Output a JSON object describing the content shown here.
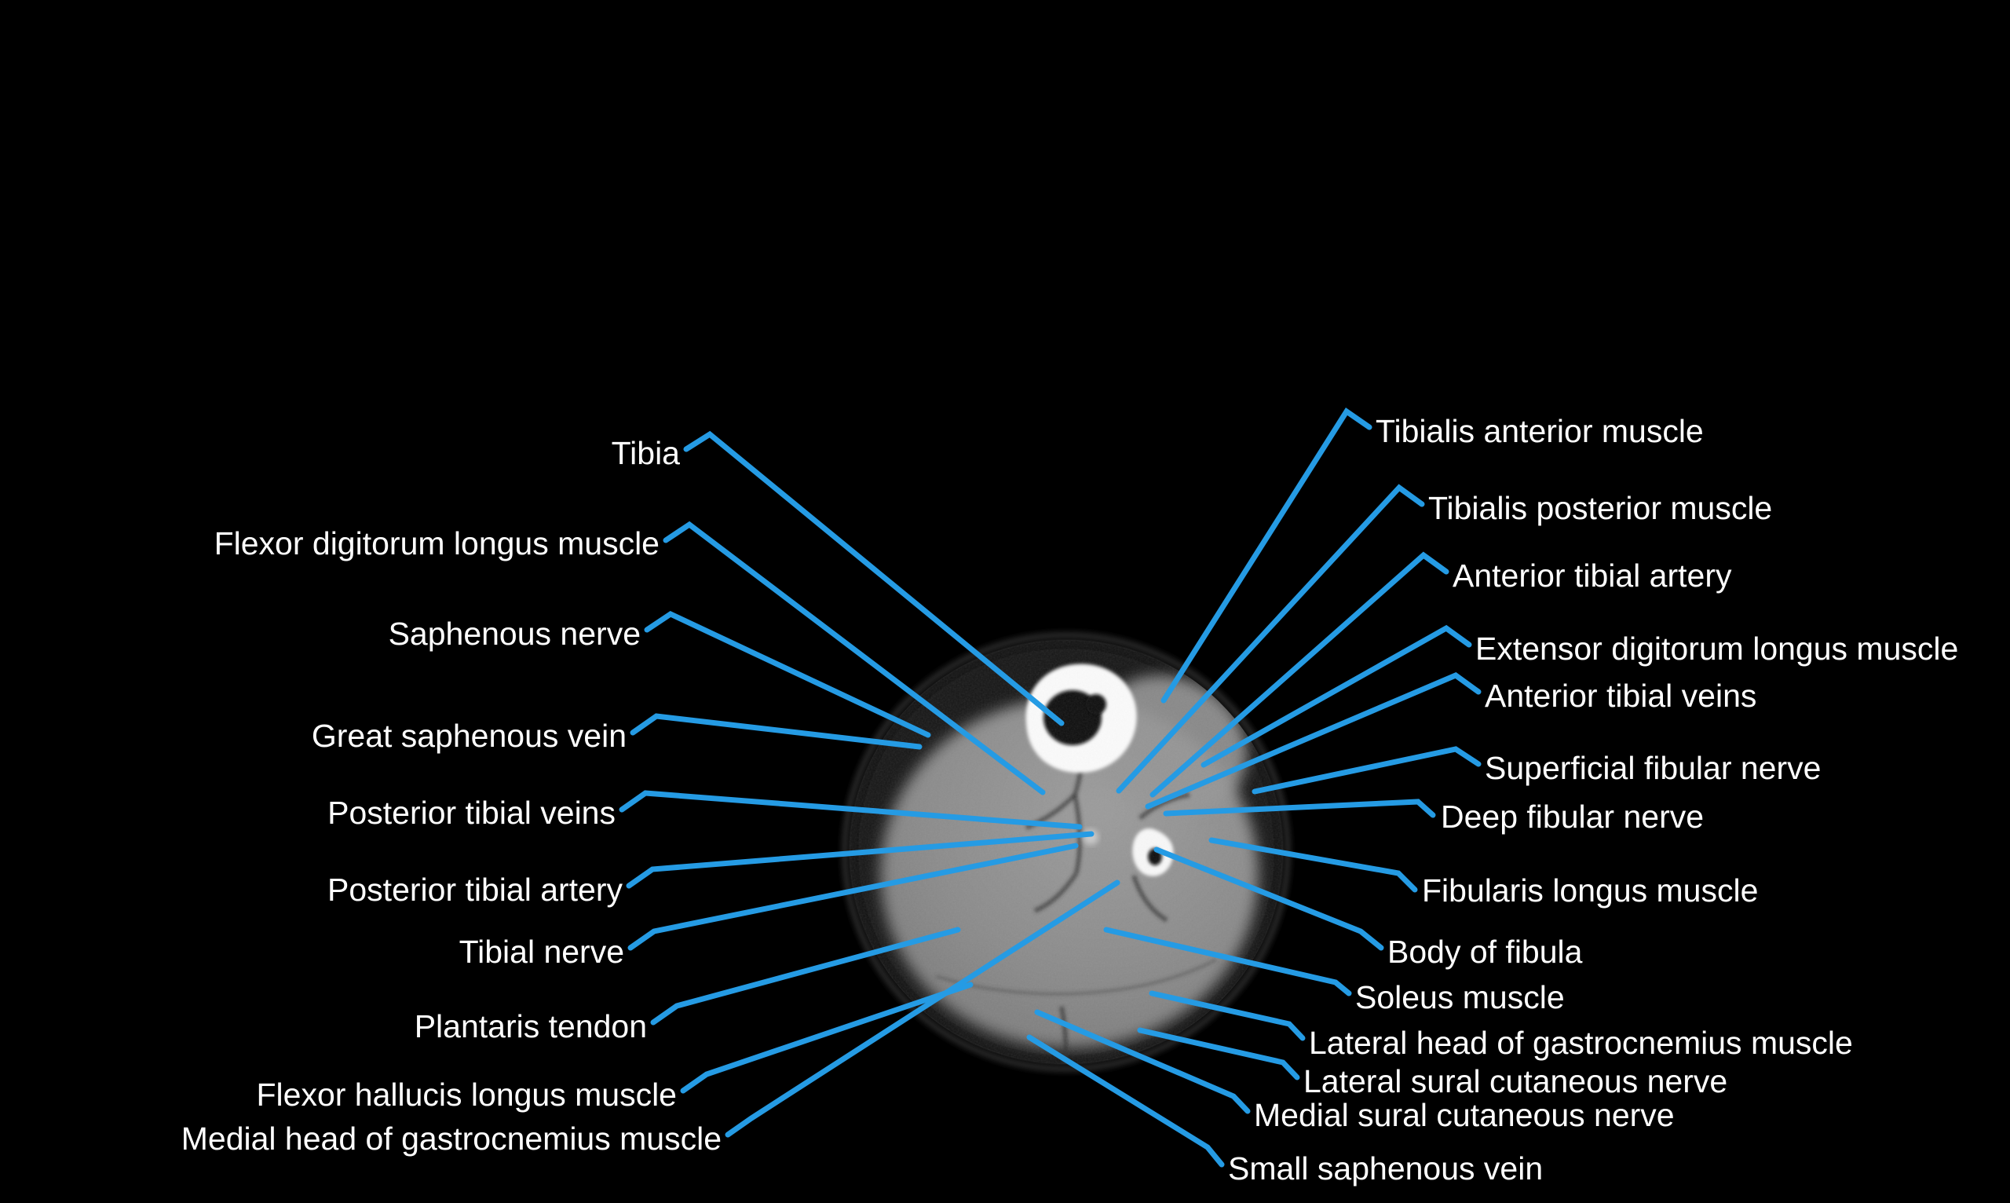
{
  "figure": {
    "description": "Axial CT cross-section of the lower leg with labeled anatomical structures",
    "background_color": "#000000",
    "accent_color": "#259be4",
    "label_color": "#ffffff",
    "modality": "CT"
  },
  "labels": {
    "left": [
      {
        "text": "Tibia"
      },
      {
        "text": "Flexor digitorum longus muscle"
      },
      {
        "text": "Saphenous nerve"
      },
      {
        "text": "Great saphenous vein"
      },
      {
        "text": "Posterior tibial veins"
      },
      {
        "text": "Posterior tibial artery"
      },
      {
        "text": "Tibial nerve"
      },
      {
        "text": "Plantaris tendon"
      },
      {
        "text": "Flexor hallucis longus muscle"
      },
      {
        "text": "Medial head of gastrocnemius muscle"
      }
    ],
    "right": [
      {
        "text": "Tibialis anterior muscle"
      },
      {
        "text": "Tibialis posterior muscle"
      },
      {
        "text": "Anterior tibial artery"
      },
      {
        "text": "Extensor digitorum longus muscle"
      },
      {
        "text": "Anterior tibial veins"
      },
      {
        "text": "Superficial fibular nerve"
      },
      {
        "text": "Deep fibular nerve"
      },
      {
        "text": "Fibularis longus muscle"
      },
      {
        "text": "Body of fibula"
      },
      {
        "text": "Soleus muscle"
      },
      {
        "text": "Lateral head of gastrocnemius muscle"
      },
      {
        "text": "Lateral sural cutaneous nerve"
      },
      {
        "text": "Medial sural cutaneous nerve"
      }
    ],
    "bottom": [
      {
        "text": "Small saphenous vein"
      }
    ]
  }
}
